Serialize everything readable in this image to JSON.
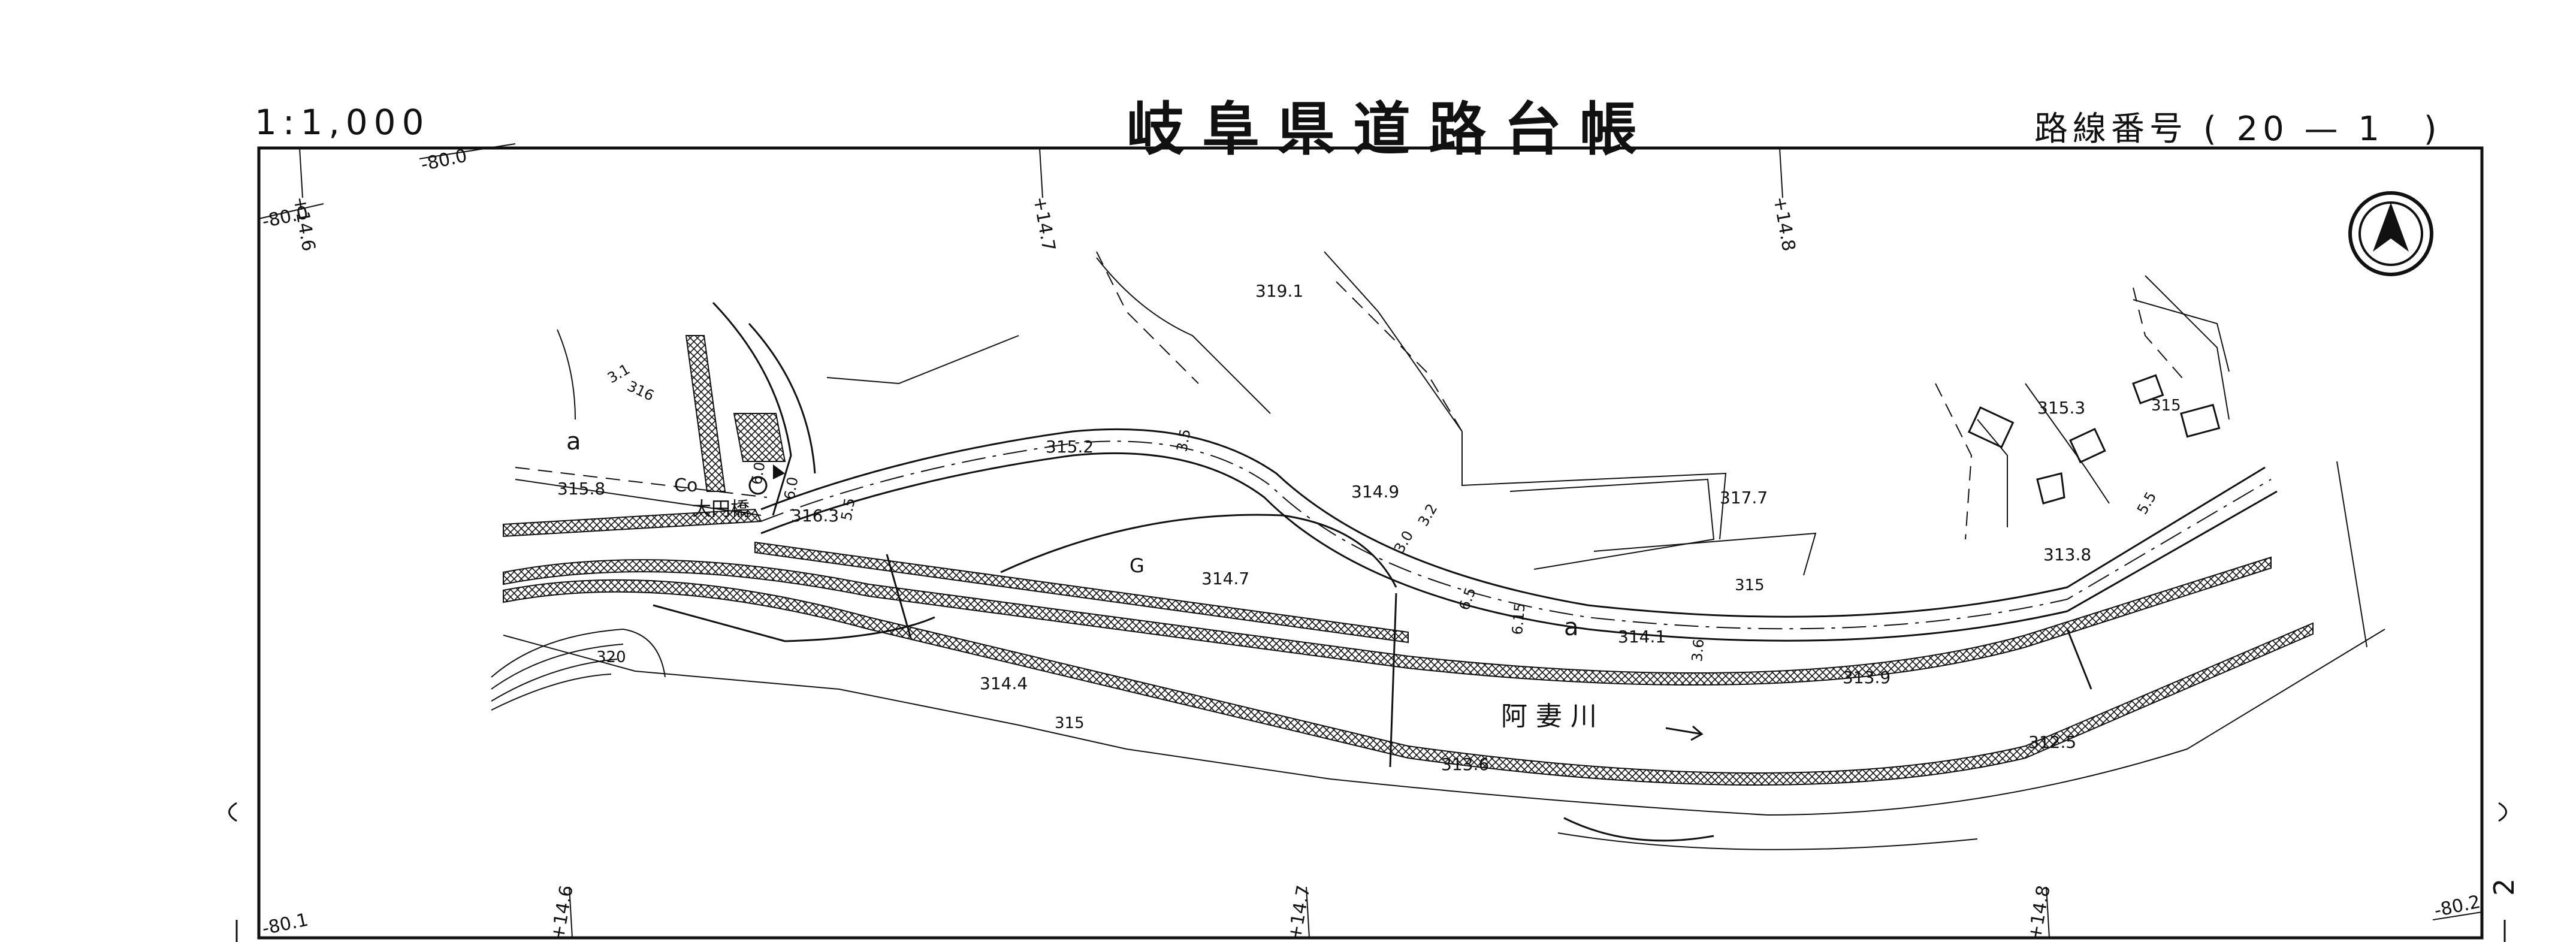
{
  "header": {
    "scale": "1:1,000",
    "title": "岐阜県道路台帳",
    "route_label": "路線番号",
    "route_open": "(",
    "route_number": "20 — 1",
    "route_close": ")"
  },
  "icons": {
    "north_arrow": "north-arrow-icon"
  },
  "grid": {
    "top_coords": [
      "+14.6",
      "+14.7",
      "+14.8"
    ],
    "bottom_coords": [
      "+14.6",
      "+14.7",
      "+14.8"
    ],
    "left_coords": [
      "-80.0",
      "-80.0",
      "-80.1"
    ],
    "right_coords": [
      "-80.2"
    ]
  },
  "sheet": {
    "number": "2"
  },
  "labels": {
    "co": "Co",
    "bridge": "大円橋",
    "river": "阿 妻 川",
    "g": "G",
    "a1": "a",
    "a2": "a",
    "width_60a": "6.0",
    "width_60b": "6.0",
    "width_55": "5.5",
    "width_35": "3.5",
    "width_30": "3.0",
    "width_65": "6.5",
    "width_615": "6.15",
    "width_36": "3.6",
    "width_55r": "5.5",
    "width_31": "3.1",
    "width_32": "3.2"
  },
  "spot_heights": [
    "315.8",
    "316.3",
    "319.1",
    "315.2",
    "314.9",
    "314.7",
    "317.7",
    "315.3",
    "315",
    "313.8",
    "314.1",
    "313.9",
    "314.4",
    "313.6",
    "312.5",
    "316",
    "320",
    "315",
    "315"
  ],
  "colors": {
    "ink": "#111111",
    "paper": "#ffffff"
  }
}
